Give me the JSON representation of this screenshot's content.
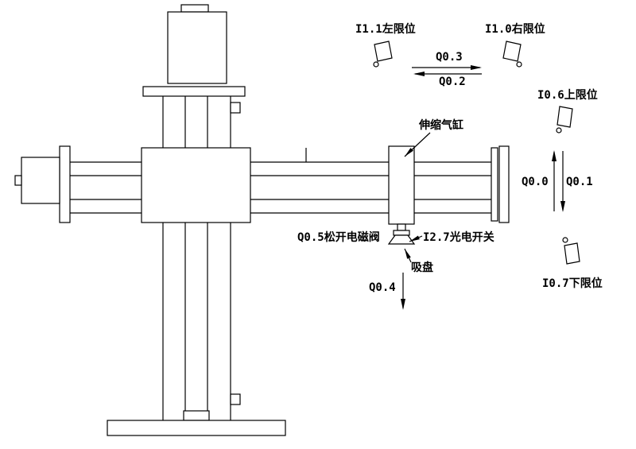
{
  "colors": {
    "line": "#000000",
    "background": "#ffffff"
  },
  "labels": {
    "left_limit": "I1.1左限位",
    "right_limit": "I1.0右限位",
    "q03": "Q0.3",
    "q02": "Q0.2",
    "upper_limit": "I0.6上限位",
    "q00": "Q0.0",
    "q01": "Q0.1",
    "lower_limit": "I0.7下限位",
    "telescopic_cylinder": "伸缩气缸",
    "release_solenoid": "Q0.5松开电磁阀",
    "photoelectric_switch": "I2.7光电开关",
    "suction_cup": "吸盘",
    "q04": "Q0.4"
  }
}
